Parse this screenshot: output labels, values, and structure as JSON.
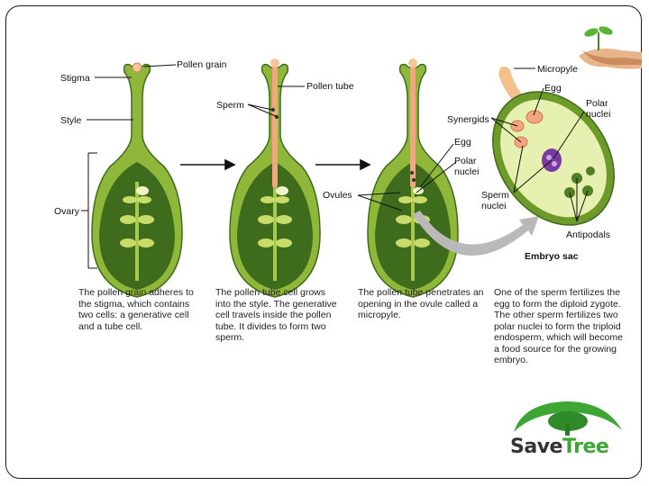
{
  "labels": {
    "pollen_grain": "Pollen grain",
    "stigma": "Stigma",
    "style": "Style",
    "ovary": "Ovary",
    "sperm": "Sperm",
    "pollen_tube": "Pollen tube",
    "ovules": "Ovules",
    "egg": "Egg",
    "polar_nuclei": [
      "Polar",
      "nuclei"
    ],
    "micropyle": "Micropyle",
    "synergids": "Synergids",
    "sperm_nuclei": [
      "Sperm",
      "nuclei"
    ],
    "antipodals": "Antipodals",
    "embryo_sac": "Embryo sac"
  },
  "captions": [
    "The pollen grain adheres to the stigma, which contains two cells: a generative cell and a tube cell.",
    "The pollen tube cell grows into the style. The generative cell travels inside the pollen tube. It divides to form two sperm.",
    "The pollen tube penetrates an opening in the ovule called a micropyle.",
    "One of the sperm fertilizes the egg to form the diploid zygote. The other sperm fertilizes two polar nuclei to form the triploid endosperm, which will become a food source for the growing embryo."
  ],
  "logo": {
    "save": "Save",
    "tree": "Tree"
  },
  "colors": {
    "pistil_dark": "#3e6b1c",
    "pistil_light": "#8fb83a",
    "tube": "#f4a582",
    "nucleus": "#7a3aa0",
    "arrow_gray": "#b9b9b9",
    "logo_green": "#3fa535"
  }
}
